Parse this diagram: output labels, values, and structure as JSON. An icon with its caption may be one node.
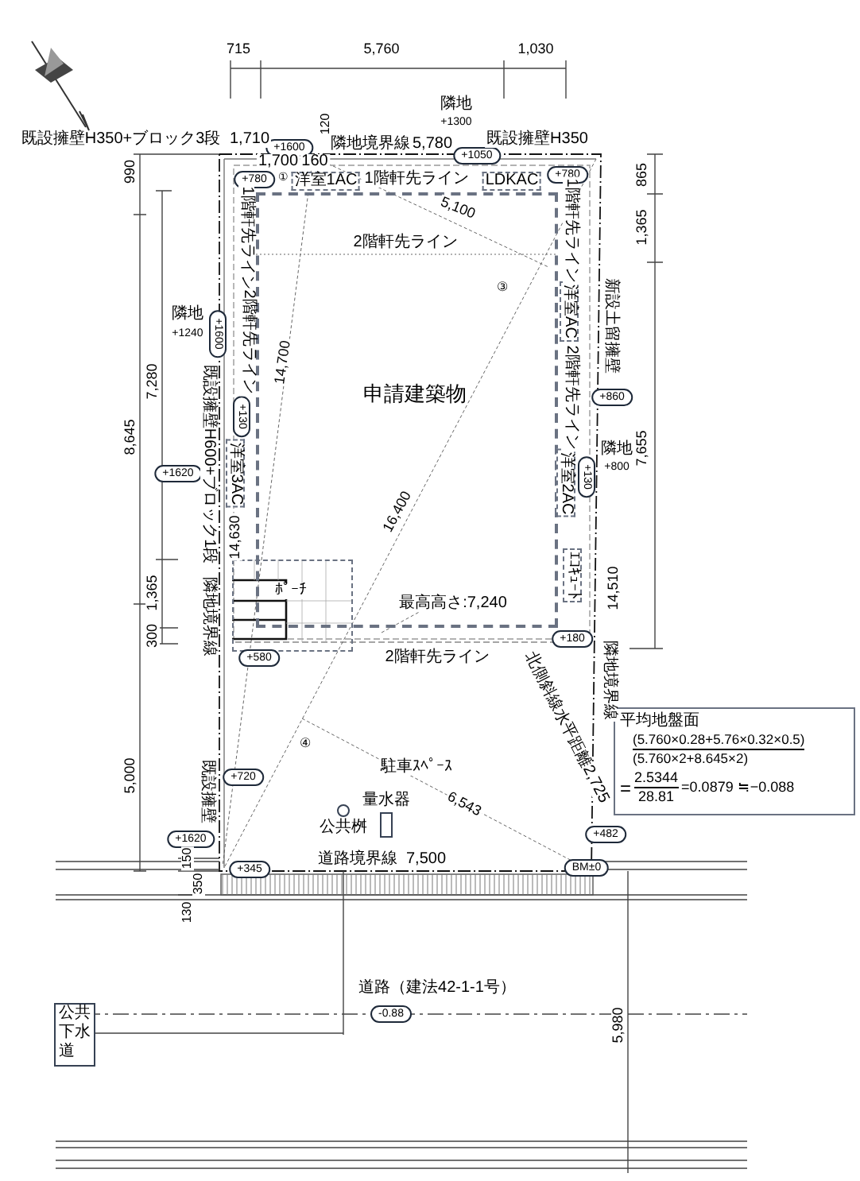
{
  "diagram": {
    "nodes": [
      {
        "text": [
          "申請建築物"
        ]
      },
      {
        "text": [
          "ﾎﾟｰﾁ"
        ]
      },
      {
        "text": [
          "平均地盤面",
          "(5.760×0.28+5.76×0.32×0.5)",
          "(5.760×2+8.645×2)",
          "=",
          "2.5344",
          "28.81",
          "=0.0879 ≒−0.088"
        ]
      },
      {
        "text": [
          "量水器"
        ]
      },
      {
        "text": [
          "公共桝"
        ]
      },
      {
        "text": [
          "公共下水道"
        ]
      },
      {
        "text": [
          "洋室1AC"
        ]
      },
      {
        "text": [
          "LDKAC"
        ]
      },
      {
        "text": [
          "洋室AC"
        ]
      },
      {
        "text": [
          "洋室3AC"
        ]
      },
      {
        "text": [
          "洋室2AC"
        ]
      },
      {
        "text": [
          "ｴｺｷｭｰﾄ"
        ]
      },
      {
        "text": [
          "+1600"
        ]
      },
      {
        "text": [
          "+1050"
        ]
      },
      {
        "text": [
          "+780"
        ]
      },
      {
        "text": [
          "+780"
        ]
      },
      {
        "text": [
          "+1600"
        ]
      },
      {
        "text": [
          "+860"
        ]
      },
      {
        "text": [
          "+130"
        ]
      },
      {
        "text": [
          "+1620"
        ]
      },
      {
        "text": [
          "+130"
        ]
      },
      {
        "text": [
          "+580"
        ]
      },
      {
        "text": [
          "+180"
        ]
      },
      {
        "text": [
          "+720"
        ]
      },
      {
        "text": [
          "+482"
        ]
      },
      {
        "text": [
          "+1620"
        ]
      },
      {
        "text": [
          "+345"
        ]
      },
      {
        "text": [
          "BM±0"
        ]
      },
      {
        "text": [
          "-0.88"
        ]
      }
    ],
    "labels": [
      "715",
      "5,760",
      "1,030",
      "隣地",
      "+1300",
      "既設擁壁H350+ブロック3段",
      "1,710",
      "120",
      "隣地境界線",
      "5,780",
      "既設擁壁H350",
      "1,700",
      "160",
      "①",
      "1階軒先ライン",
      "990",
      "865",
      "1,365",
      "1階軒先ライン",
      "5,100",
      "1階軒先ライン",
      "2階軒先ライン",
      "③",
      "2階軒先ライン",
      "2階軒先ライン",
      "隣地",
      "+1240",
      "既設擁壁H600+ブロック1段",
      "7,280",
      "14,700",
      "8,645",
      "新設土留擁壁",
      "隣地",
      "+800",
      "7,655",
      "14,630",
      "16,400",
      "隣地境界線",
      "1,365",
      "最高高さ:7,240",
      "14,510",
      "300",
      "2階軒先ライン",
      "隣地境界線",
      "北側斜線水平距離2,725",
      "駐車ｽﾍﾟｰｽ",
      "④",
      "5,000",
      "既設擁壁",
      "6,543",
      "150",
      "道路境界線",
      "7,500",
      "350",
      "130",
      "道路（建法42-1-1号）",
      "5,980"
    ]
  }
}
